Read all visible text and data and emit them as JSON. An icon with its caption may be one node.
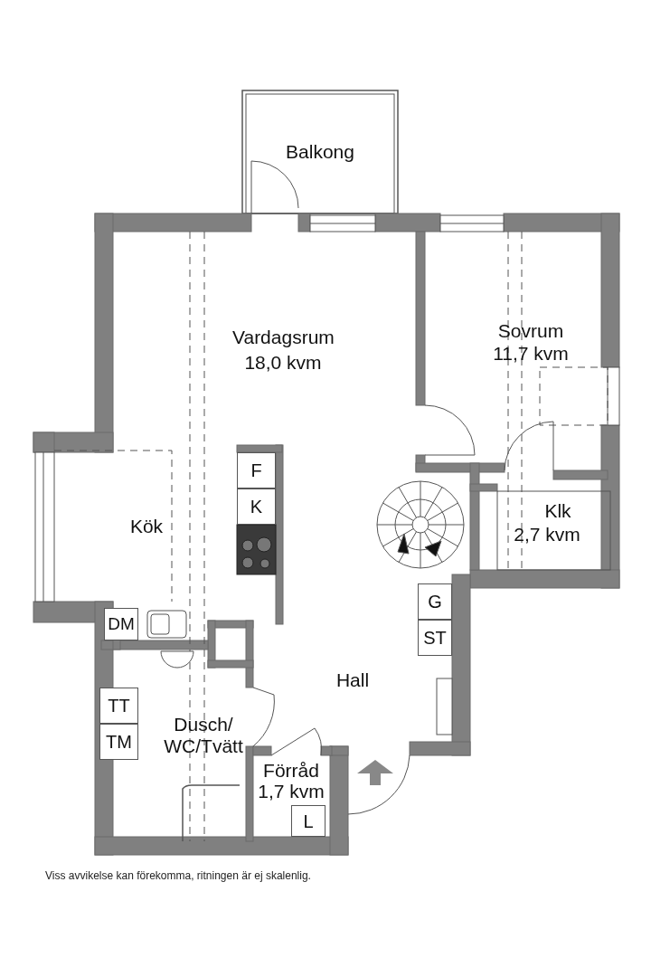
{
  "diagram": {
    "caption": "Viss avvikelse kan förekomma, ritningen är ej skalenlig.",
    "nodes": [
      {
        "text": [
          "F"
        ]
      },
      {
        "text": [
          "K"
        ]
      },
      {
        "text": [
          "G"
        ]
      },
      {
        "text": [
          "DM"
        ]
      },
      {
        "text": [
          "ST"
        ]
      },
      {
        "text": [
          "TT"
        ]
      },
      {
        "text": [
          "TM"
        ]
      },
      {
        "text": [
          "L"
        ]
      }
    ],
    "labels": [
      "Balkong",
      "Vardagsrum",
      "18,0 kvm",
      "Sovrum",
      "11,7 kvm",
      "Kök",
      "Klk",
      "2,7 kvm",
      "Hall",
      "Dusch/ WC/Tvätt",
      "Förråd",
      "1,7 kvm"
    ]
  }
}
